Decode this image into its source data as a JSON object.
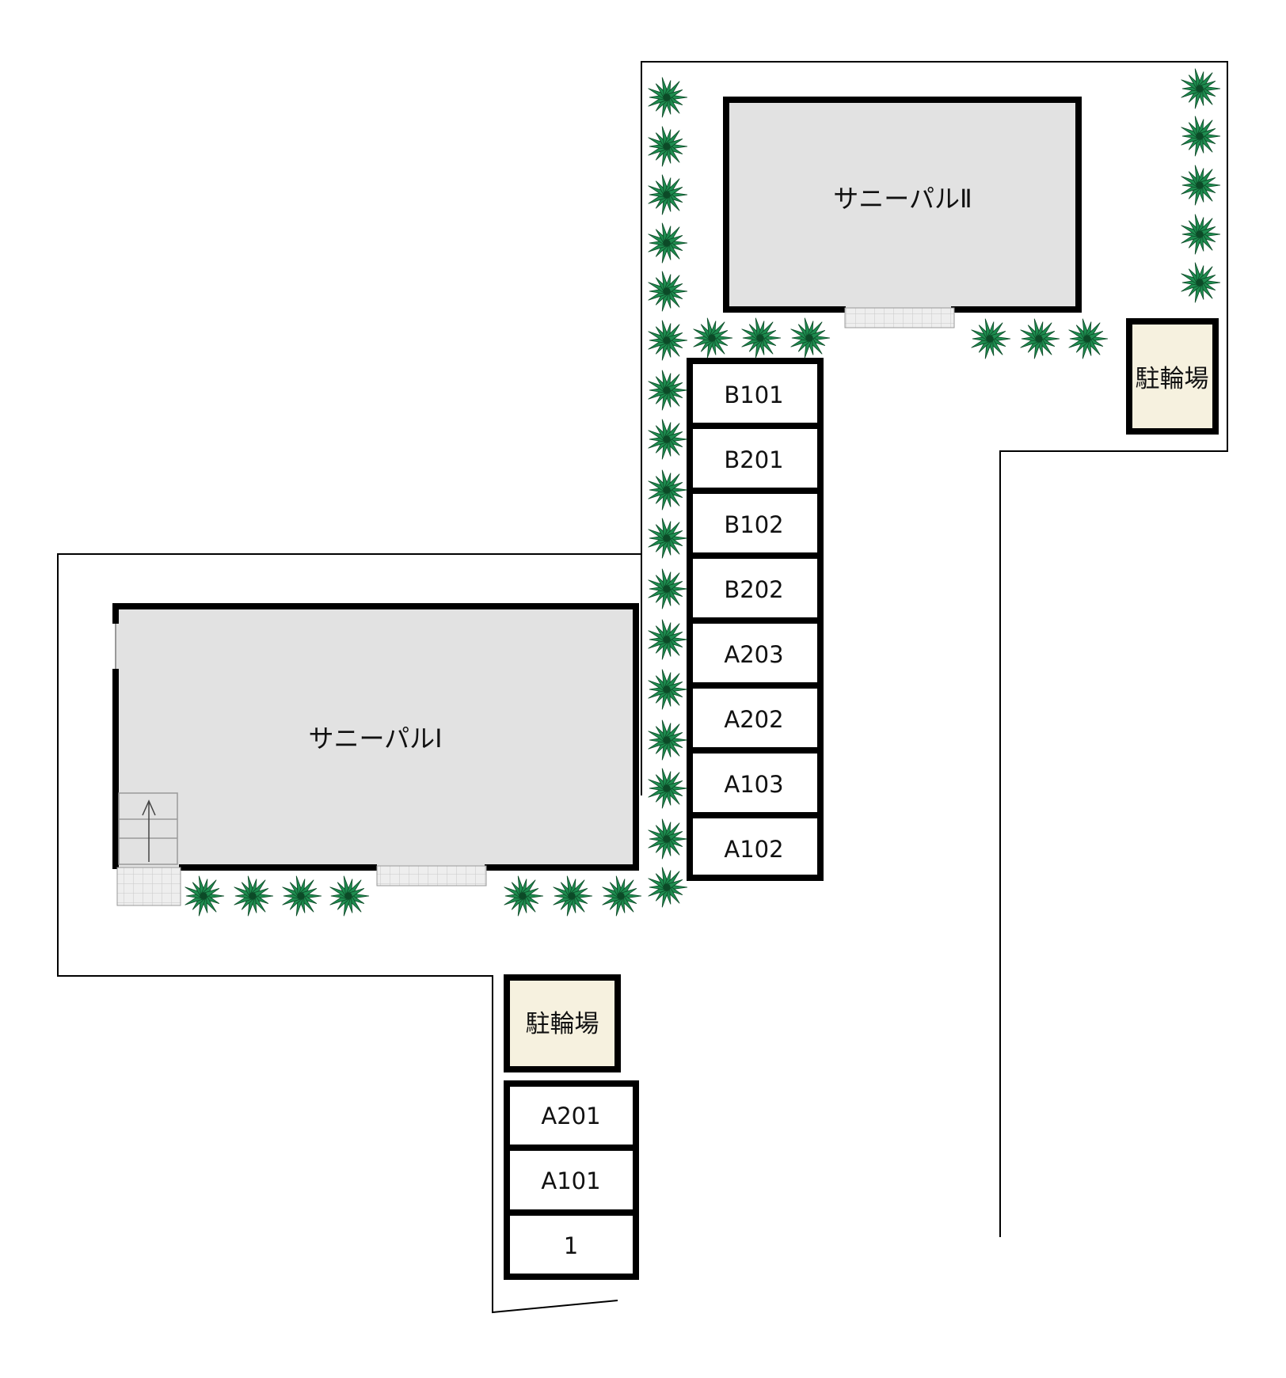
{
  "buildings": [
    {
      "id": "bldg-2",
      "label": "サニーパルⅡ"
    },
    {
      "id": "bldg-1",
      "label": "サニーパルⅠ"
    }
  ],
  "bicycle_parking": [
    {
      "id": "bike-ne",
      "label": "駐輪場"
    },
    {
      "id": "bike-s",
      "label": "駐輪場"
    }
  ],
  "parking_spaces_main": [
    "B101",
    "B201",
    "B102",
    "B202",
    "A203",
    "A202",
    "A103",
    "A102"
  ],
  "parking_spaces_south": [
    "A201",
    "A101",
    "1"
  ],
  "colors": {
    "building_fill": "#e2e2e2",
    "bike_fill": "#f6f1df",
    "plant": "#1e8c4f",
    "plant_dark": "#0c4a27",
    "wall": "#000000",
    "entrance_fill": "#eeeeee"
  }
}
